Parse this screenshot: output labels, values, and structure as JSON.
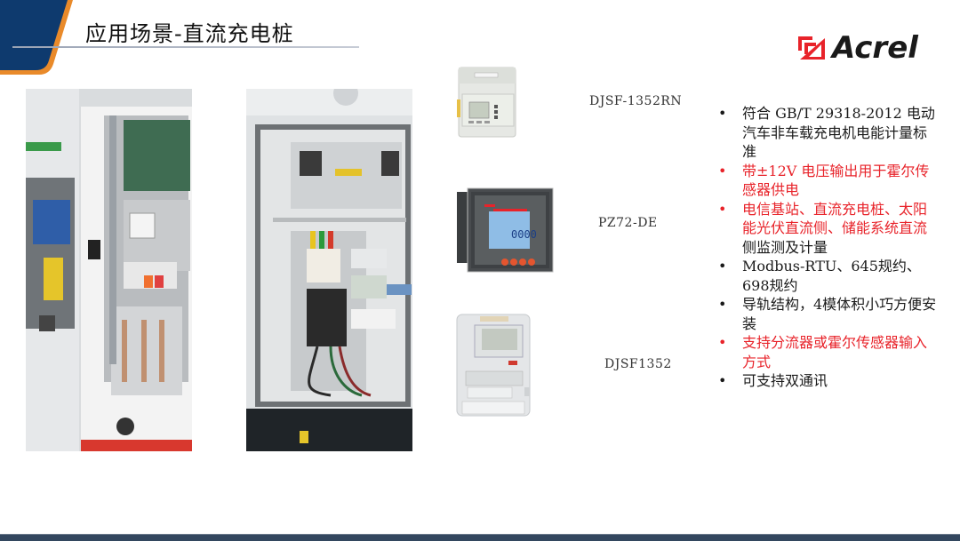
{
  "slide": {
    "title": "应用场景-直流充电桩",
    "brand": {
      "name": "Acrel",
      "logo_color": "#e8232a"
    },
    "colors": {
      "corner_fill": "#0e3a6e",
      "corner_outline": "#e98a2a",
      "text_red": "#e8232a",
      "text_black": "#1a1a1a",
      "footer_bar": "#33475f"
    }
  },
  "photos": [
    {
      "label": "dc-charging-pile-cabinet-photo-1"
    },
    {
      "label": "dc-charging-pile-cabinet-photo-2"
    }
  ],
  "products": [
    {
      "model": "DJSF-1352RN"
    },
    {
      "model": "PZ72-DE"
    },
    {
      "model": "DJSF1352"
    }
  ],
  "features": [
    {
      "text": "符合 GB/T 29318-2012 电动汽车非车载充电机电能计量标准",
      "color": "black"
    },
    {
      "text": "带±12V 电压输出用于霍尔传感器供电",
      "color": "red"
    },
    {
      "text_red": "电信基站、直流充电桩、太阳能光伏直流侧、储能系统直流",
      "text_black": "侧监测及计量",
      "color": "mixed"
    },
    {
      "text": "Modbus-RTU、645规约、698规约",
      "color": "black"
    },
    {
      "text": "导轨结构，4模体积小巧方便安装",
      "color": "black"
    },
    {
      "text": "支持分流器或霍尔传感器输入方式",
      "color": "red"
    },
    {
      "text": "可支持双通讯",
      "color": "black"
    }
  ],
  "bullet_glyph": "•"
}
